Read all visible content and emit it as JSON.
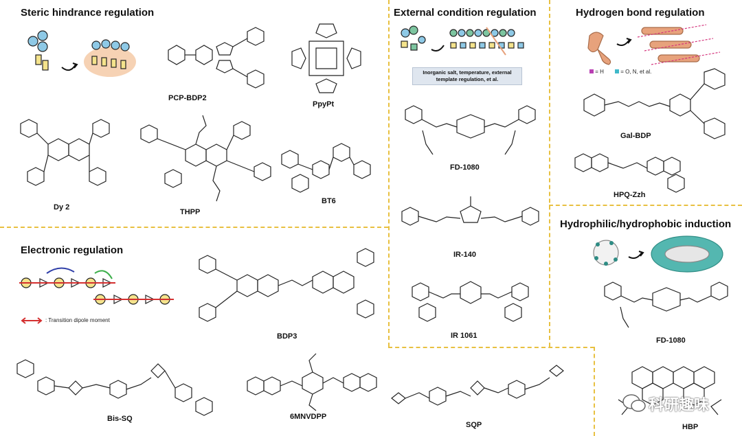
{
  "sections": {
    "steric": {
      "title": "Steric hindrance regulation"
    },
    "external": {
      "title": "External condition regulation"
    },
    "hbond": {
      "title": "Hydrogen bond regulation"
    },
    "electronic": {
      "title": "Electronic regulation"
    },
    "hydrophilic": {
      "title": "Hydrophilic/hydrophobic induction"
    }
  },
  "molecules": {
    "pcp_bdp2": "PCP-BDP2",
    "ppypt": "PpyPt",
    "dy2": "Dy 2",
    "thpp": "THPP",
    "bt6": "BT6",
    "fd1080_a": "FD-1080",
    "ir140": "IR-140",
    "ir1061": "IR 1061",
    "gal_bdp": "Gal-BDP",
    "hpq_zzh": "HPQ-Zzh",
    "fd1080_b": "FD-1080",
    "hbp": "HBP",
    "bdp3": "BDP3",
    "bis_sq": "Bis-SQ",
    "mnvdpp": "6MNVDPP",
    "sqp": "SQP"
  },
  "notes": {
    "external_box": "Inorganic salt, temperature, external template regulation, et al.",
    "legend_h": "= H",
    "legend_ono": "= O, N, et al.",
    "transition_dipole": ": Transition dipole moment"
  },
  "watermark": "科研趣味",
  "colors": {
    "divider": "#e8c040",
    "dye_blue": "#8ec9e6",
    "dye_yellow": "#f4e38c",
    "dye_green": "#7dc5a0",
    "hbond_orange": "#e7a27c",
    "dipole_red": "#d42f2f"
  }
}
